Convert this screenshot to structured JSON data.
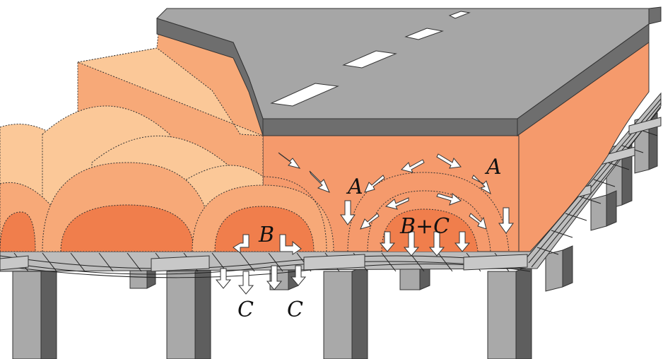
{
  "diagram": {
    "labels": {
      "a_upper": "A",
      "a_mid": "A",
      "b": "B",
      "b_plus_c": "B+C",
      "c_left": "C",
      "c_right": "C"
    },
    "colors": {
      "embankment_fill": "#F59A6C",
      "arch_light": "#FBC898",
      "arch_mid": "#F7A978",
      "arch_core": "#F07E4C",
      "road_surface": "#A6A6A6",
      "road_edge": "#6E6E6E",
      "lane_marking": "#FFFFFF",
      "pile": "#A9A9A9",
      "pile_shadow": "#5E5E5E",
      "geogrid": "#222222",
      "arrow_fill": "#FFFFFF",
      "outline": "#333333"
    }
  }
}
